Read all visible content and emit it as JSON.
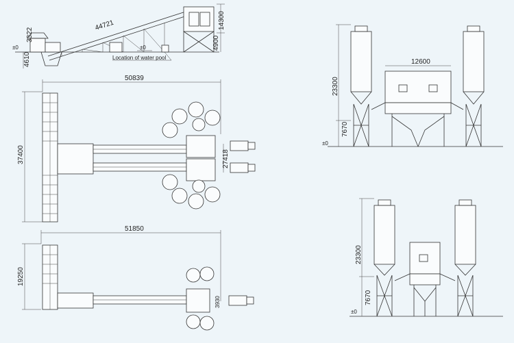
{
  "side_view": {
    "conveyor_length": "44721",
    "height_total": "14300",
    "height_lower": "4900",
    "pit_depth": "4610",
    "left_height": "3322",
    "zero_left": "±0",
    "zero_mid": "±0",
    "water_pool_label": "Location of water pool"
  },
  "plan_top": {
    "length": "50839",
    "width": "37400",
    "bay": "27418"
  },
  "plan_bottom": {
    "length": "51850",
    "width": "19250",
    "bay": "3930"
  },
  "elev_top": {
    "width": "12600",
    "height": "23300",
    "lower": "7670",
    "zero": "±0"
  },
  "elev_bottom": {
    "height": "23300",
    "lower": "7670",
    "zero": "±0"
  }
}
